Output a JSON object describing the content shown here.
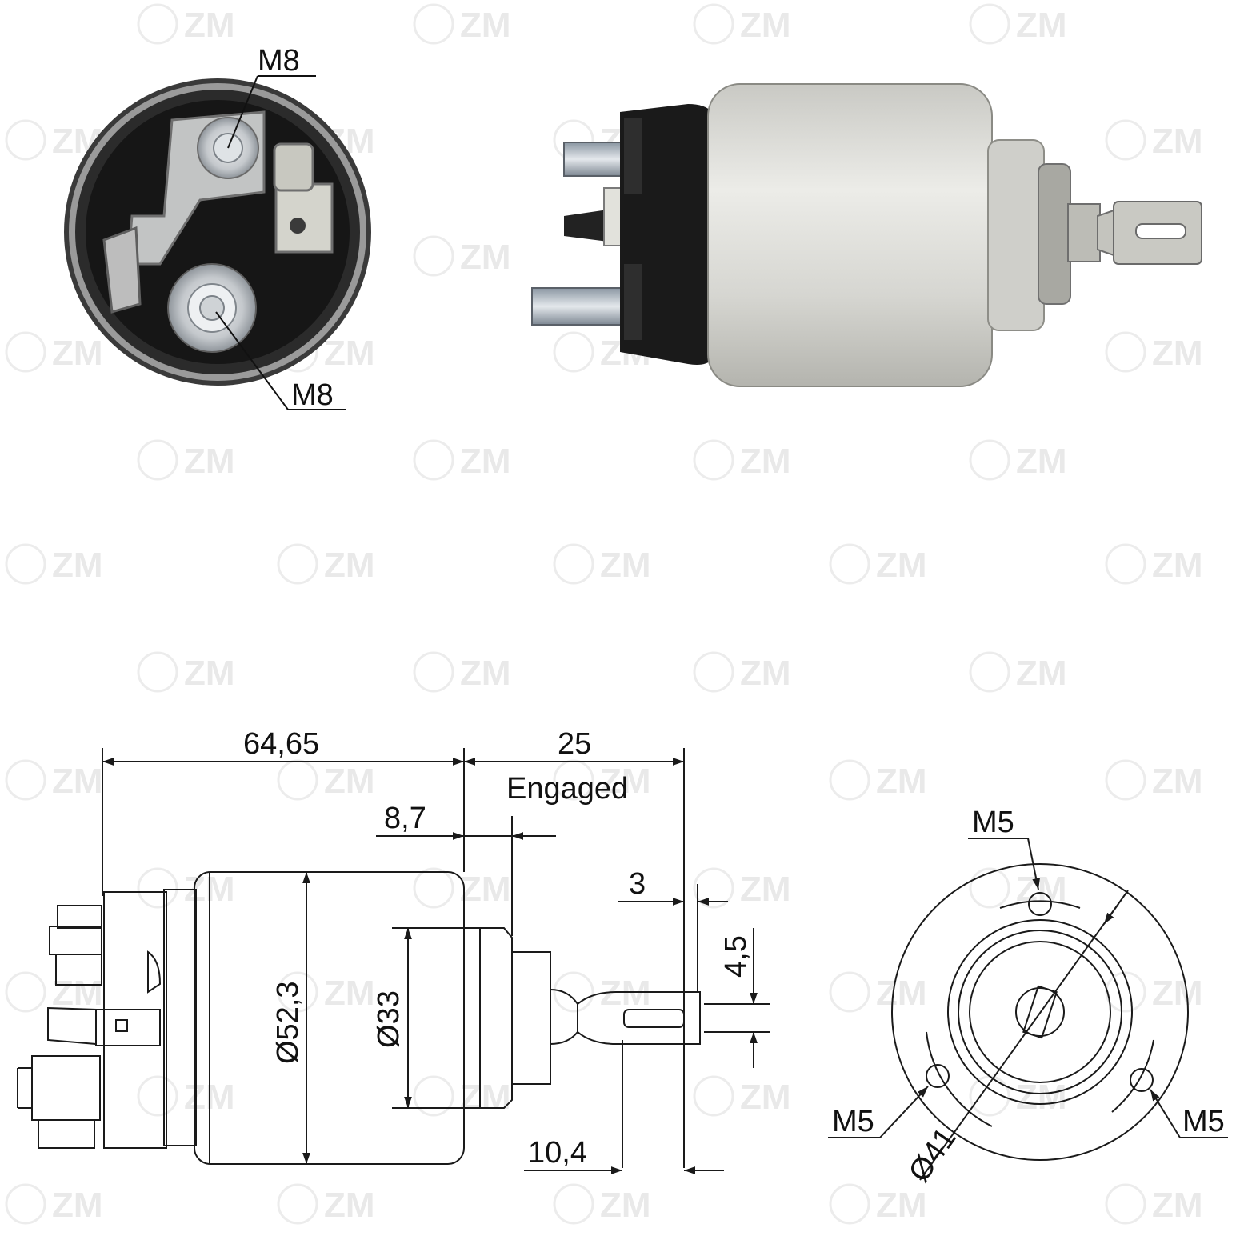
{
  "watermark": {
    "text": "ZM",
    "color": "#e9e9e9"
  },
  "photo_views": {
    "end_view": {
      "terminal_top_label": "M8",
      "terminal_bottom_label": "M8"
    },
    "side_view": {}
  },
  "side_drawing": {
    "overall_length": "64,65",
    "stroke_length": "25",
    "stroke_note": "Engaged",
    "flange_offset": "8,7",
    "eye_offset": "3",
    "eye_width": "4,5",
    "eye_length": "10,4",
    "body_diameter": "Ø52,3",
    "nose_diameter": "Ø33"
  },
  "end_drawing": {
    "hole_top_label": "M5",
    "hole_left_label": "M5",
    "hole_right_label": "M5",
    "bolt_circle_diameter": "Ø41"
  },
  "colors": {
    "line": "#1a1a1a",
    "housing_dark": "#1c1c1c",
    "can_silver": "#d9d9d4",
    "metal": "#b8b8b8"
  }
}
